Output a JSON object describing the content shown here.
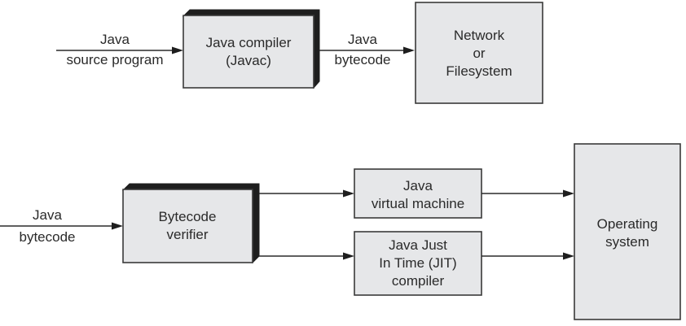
{
  "diagram": {
    "title": "",
    "nodes": {
      "javac": {
        "lines": [
          "Java compiler",
          "(Javac)"
        ],
        "style": "3d"
      },
      "network": {
        "lines": [
          "Network",
          "or",
          "Filesystem"
        ],
        "style": "flat"
      },
      "verifier": {
        "lines": [
          "Bytecode",
          "verifier"
        ],
        "style": "3d"
      },
      "jvm": {
        "lines": [
          "Java",
          "virtual machine"
        ],
        "style": "flat"
      },
      "jit": {
        "lines": [
          "Java Just",
          "In Time (JIT)",
          "compiler"
        ],
        "style": "flat"
      },
      "os": {
        "lines": [
          "Operating",
          "system"
        ],
        "style": "flat"
      }
    },
    "edges": {
      "source_to_javac": {
        "from": "",
        "to": "javac",
        "label_top": "Java",
        "label_bottom": "source program"
      },
      "javac_to_network": {
        "from": "javac",
        "to": "network",
        "label_top": "Java",
        "label_bottom": "bytecode"
      },
      "bytecode_to_verifier": {
        "from": "",
        "to": "verifier",
        "label_top": "Java",
        "label_bottom": "bytecode"
      },
      "verifier_to_jvm": {
        "from": "verifier",
        "to": "jvm",
        "label_top": "",
        "label_bottom": ""
      },
      "verifier_to_jit": {
        "from": "verifier",
        "to": "jit",
        "label_top": "",
        "label_bottom": ""
      },
      "jvm_to_os": {
        "from": "jvm",
        "to": "os",
        "label_top": "",
        "label_bottom": ""
      },
      "jit_to_os": {
        "from": "jit",
        "to": "os",
        "label_top": "",
        "label_bottom": ""
      }
    }
  }
}
